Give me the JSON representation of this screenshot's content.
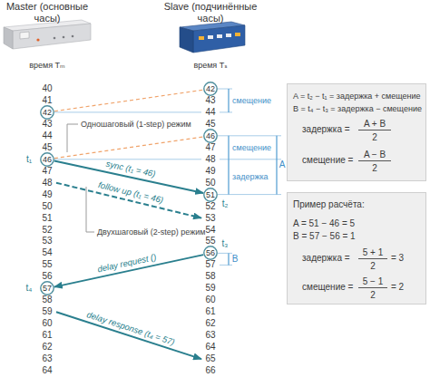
{
  "diagram": {
    "nodes": [
      {
        "text": [
          "42"
        ]
      },
      {
        "text": [
          "42"
        ]
      },
      {
        "text": [
          "46"
        ]
      },
      {
        "text": [
          "46"
        ]
      },
      {
        "text": [
          "51"
        ]
      },
      {
        "text": [
          "56"
        ]
      },
      {
        "text": [
          "57"
        ]
      },
      {
        "text": [
          "A = t₂ − t₁ = задержка + смещение",
          "B = t₄ − t₃ = задержка − смещение",
          "задержка =",
          "A + B",
          "2",
          "смещение =",
          "A − B",
          "2"
        ]
      },
      {
        "text": [
          "Пример расчёта:",
          "A = 51 − 46 = 5",
          "B = 57 − 56 = 1",
          "задержка =",
          "5 + 1",
          "2",
          "= 3",
          "смещение =",
          "5 − 1",
          "2",
          "= 2"
        ]
      }
    ],
    "edges": [
      {
        "from": 0,
        "to": 1,
        "arrow": "none"
      },
      {
        "from": 2,
        "to": 3,
        "arrow": "none"
      },
      {
        "from": 2,
        "to": 4,
        "label": "sync (t₁ = 46)",
        "arrow": "to"
      },
      {
        "from": 5,
        "to": 6,
        "label": "delay request ()",
        "arrow": "to"
      }
    ],
    "labels": [
      "Master (основные часы)",
      "Slave (подчинённые часы)",
      "время Tₘ",
      "время Tₛ",
      "40",
      "41",
      "43",
      "44",
      "45",
      "47",
      "48",
      "49",
      "50",
      "51",
      "52",
      "53",
      "54",
      "55",
      "56",
      "58",
      "59",
      "60",
      "61",
      "62",
      "63",
      "64",
      "43",
      "44",
      "45",
      "47",
      "48",
      "49",
      "50",
      "52",
      "53",
      "54",
      "55",
      "57",
      "58",
      "59",
      "60",
      "61",
      "62",
      "63",
      "64",
      "65",
      "66",
      "t₁",
      "t₂",
      "t₃",
      "t₄",
      "смещение",
      "смещение",
      "задержка",
      "A",
      "B",
      "Одношаговый (1-step) режим",
      "Двухшаговый (2-step) режим",
      "follow up (t₁ = 46)",
      "delay response (t₄ = 57)"
    ]
  }
}
